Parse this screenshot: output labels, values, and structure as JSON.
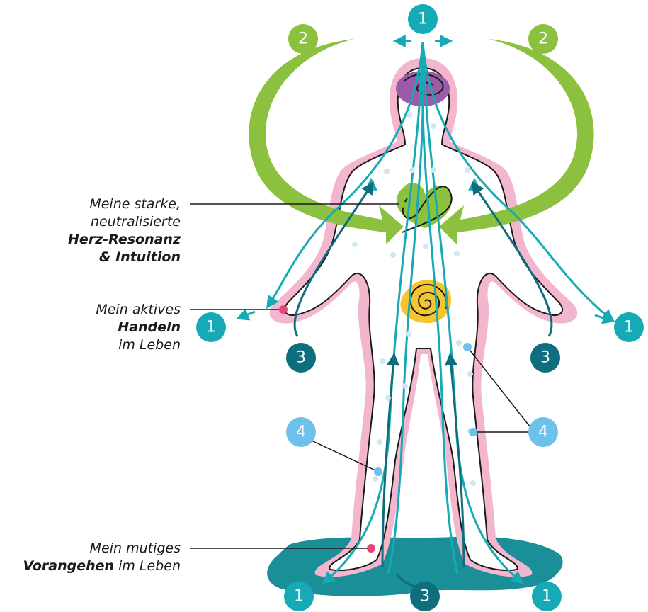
{
  "labels": {
    "heart": {
      "line1": "Meine starke,",
      "line2": "neutralisierte",
      "line3": "Herz-Resonanz",
      "line4": "& Intuition"
    },
    "action": {
      "line1": "Mein aktives",
      "line2": "Handeln",
      "line3": "im Leben"
    },
    "courage": {
      "line1": "Mein mutiges",
      "line2_bold": "Vorangehen",
      "line2_rest": " im Leben"
    }
  },
  "badges": {
    "top": "1",
    "top_left": "2",
    "top_right": "2",
    "hand_left": "1",
    "hand_right": "1",
    "hip_left": "3",
    "hip_right": "3",
    "leg_left": "4",
    "leg_right": "4",
    "foot_left": "1",
    "foot_center": "3",
    "foot_right": "1"
  },
  "colors": {
    "teal": "#15aab5",
    "dark_teal": "#0f6e7d",
    "green": "#8cc13f",
    "pink_aura": "#f2b6cf",
    "light_blue": "#6ec1ea",
    "brain": "#9b5ba8",
    "solar": "#f5c531",
    "ground": "#1b8f97",
    "accent_pink": "#e8457a"
  }
}
